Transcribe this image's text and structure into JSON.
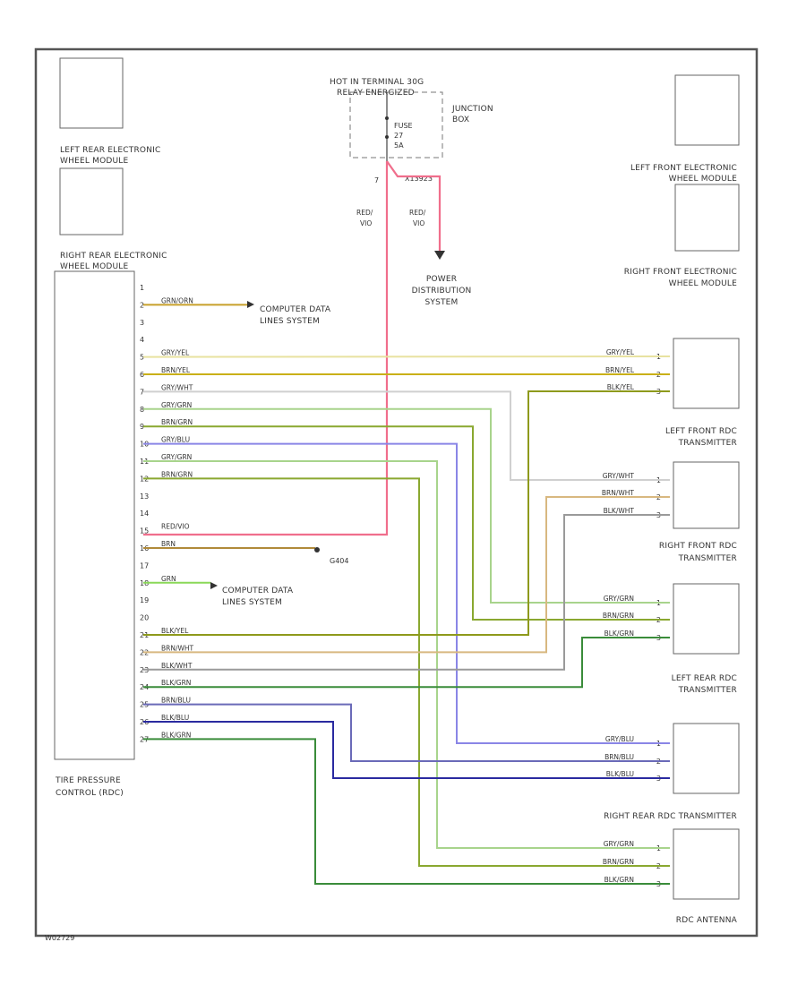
{
  "diagram": {
    "fuse_box": {
      "hot_label_1": "HOT IN TERMINAL 30G",
      "hot_label_2": "RELAY ENERGIZED",
      "junction_1": "JUNCTION",
      "junction_2": "BOX",
      "fuse_1": "FUSE",
      "fuse_2": "27",
      "fuse_3": "5A",
      "pin_7": "7",
      "pin_x": "X13923"
    },
    "power_wires": {
      "left_color": "RED/VIO",
      "right_color": "RED/VIO"
    },
    "power_distribution": {
      "line1": "POWER",
      "line2": "DISTRIBUTION",
      "line3": "SYSTEM"
    },
    "modules": {
      "left_rear_wheel": {
        "line1": "LEFT REAR ELECTRONIC",
        "line2": "WHEEL MODULE"
      },
      "right_rear_wheel": {
        "line1": "RIGHT REAR ELECTRONIC",
        "line2": "WHEEL MODULE"
      },
      "left_front_wheel": {
        "line1": "LEFT FRONT ELECTRONIC",
        "line2": "WHEEL MODULE"
      },
      "right_front_wheel": {
        "line1": "RIGHT FRONT ELECTRONIC",
        "line2": "WHEEL MODULE"
      },
      "rdc_module": {
        "line1": "TIRE PRESSURE",
        "line2": "CONTROL (RDC)"
      },
      "lf_transmitter": {
        "line1": "LEFT FRONT RDC",
        "line2": "TRANSMITTER"
      },
      "rf_transmitter": {
        "line1": "RIGHT FRONT RDC",
        "line2": "TRANSMITTER"
      },
      "lr_transmitter": {
        "line1": "LEFT REAR RDC",
        "line2": "TRANSMITTER"
      },
      "rr_transmitter": {
        "line1": "RIGHT REAR RDC TRANSMITTER"
      },
      "antenna": {
        "line1": "RDC ANTENNA"
      }
    },
    "destinations": {
      "computer_data_1": {
        "line1": "COMPUTER DATA",
        "line2": "LINES SYSTEM"
      },
      "ground": {
        "line1": "G404"
      },
      "computer_data_2": {
        "line1": "COMPUTER DATA",
        "line2": "LINES SYSTEM"
      }
    },
    "rdc_pins": [
      {
        "pin": "1",
        "wire": ""
      },
      {
        "pin": "2",
        "wire": "GRN/ORN"
      },
      {
        "pin": "3",
        "wire": ""
      },
      {
        "pin": "4",
        "wire": ""
      },
      {
        "pin": "5",
        "wire": "GRY/YEL"
      },
      {
        "pin": "6",
        "wire": "BRN/YEL"
      },
      {
        "pin": "7",
        "wire": "GRY/WHT"
      },
      {
        "pin": "8",
        "wire": "GRY/GRN"
      },
      {
        "pin": "9",
        "wire": "BRN/GRN"
      },
      {
        "pin": "10",
        "wire": "GRY/BLU"
      },
      {
        "pin": "11",
        "wire": "GRY/GRN"
      },
      {
        "pin": "12",
        "wire": "BRN/GRN"
      },
      {
        "pin": "13",
        "wire": ""
      },
      {
        "pin": "14",
        "wire": ""
      },
      {
        "pin": "15",
        "wire": "RED/VIO"
      },
      {
        "pin": "16",
        "wire": "BRN"
      },
      {
        "pin": "17",
        "wire": ""
      },
      {
        "pin": "18",
        "wire": "GRN"
      },
      {
        "pin": "19",
        "wire": ""
      },
      {
        "pin": "20",
        "wire": ""
      },
      {
        "pin": "21",
        "wire": "BLK/YEL"
      },
      {
        "pin": "22",
        "wire": "BRN/WHT"
      },
      {
        "pin": "23",
        "wire": "BLK/WHT"
      },
      {
        "pin": "24",
        "wire": "BLK/GRN"
      },
      {
        "pin": "25",
        "wire": "BRN/BLU"
      },
      {
        "pin": "26",
        "wire": "BLK/BLU"
      },
      {
        "pin": "27",
        "wire": "BLK/GRN"
      }
    ],
    "transmitter_wires": {
      "lf": [
        "GRY/YEL",
        "BRN/YEL",
        "BLK/YEL"
      ],
      "rf": [
        "GRY/WHT",
        "BRN/WHT",
        "BLK/WHT"
      ],
      "lr": [
        "GRY/GRN",
        "BRN/GRN",
        "BLK/GRN"
      ],
      "rr": [
        "GRY/BLU",
        "BRN/BLU",
        "BLK/BLU"
      ],
      "ant": [
        "GRY/GRN",
        "BRN/GRN",
        "BLK/GRN"
      ]
    },
    "pin_numbers": {
      "p1": "1",
      "p2": "2",
      "p3": "3"
    },
    "diagram_id": "W02729"
  }
}
